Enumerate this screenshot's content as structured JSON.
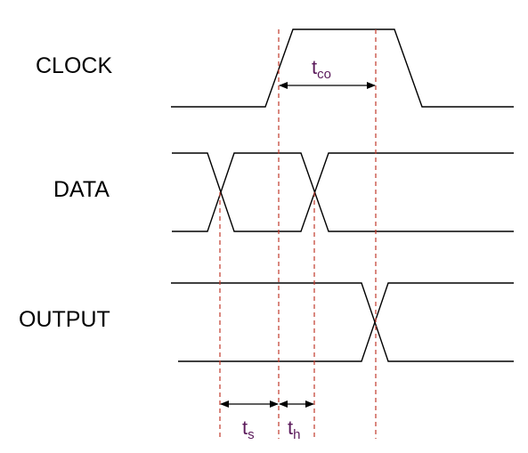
{
  "signals": {
    "clock": {
      "label": "CLOCK"
    },
    "data": {
      "label": "DATA"
    },
    "output": {
      "label": "OUTPUT"
    }
  },
  "timing": {
    "tco": {
      "main": "t",
      "sub": "co"
    },
    "ts": {
      "main": "t",
      "sub": "s"
    },
    "th": {
      "main": "t",
      "sub": "h"
    }
  },
  "colors": {
    "waveform": "#000000",
    "guide_line": "#c0392b",
    "timing_label": "#5b1a5b"
  }
}
